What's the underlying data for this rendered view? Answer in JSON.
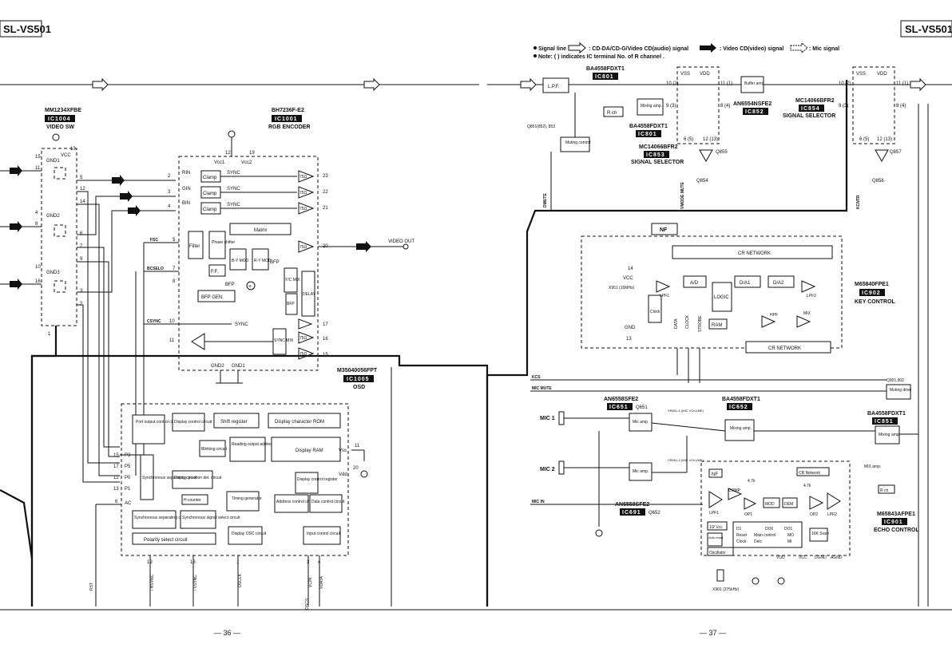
{
  "model_left": "SL-VS501",
  "model_right": "SL-VS501",
  "legend": {
    "signal_line": "Signal line",
    "audio_signal": ": CD-DA/CD-G/Video CD(audio) signal",
    "video_signal": ": Video CD(video) signal",
    "mic_signal": ": Mic signal",
    "note": "Note: (  ) indicates IC terminal No. of R channel ."
  },
  "page_left": "— 36 —",
  "page_right": "— 37 —",
  "ic1004": {
    "part": "MM1234XFBE",
    "badge": "IC1004",
    "caption": "VIDEO SW",
    "pins": [
      "15",
      "11",
      "14",
      "12",
      "4",
      "8",
      "5",
      "6",
      "7",
      "9",
      "10",
      "16",
      "2",
      "3",
      "1",
      "13"
    ],
    "labels": [
      "GND1",
      "GND2",
      "GND3",
      "VCC"
    ]
  },
  "ic1001": {
    "part": "BH7236F-E2",
    "badge": "IC1001",
    "caption": "RGB  ENCODER",
    "vcc": [
      "Vcc1",
      "Vcc2"
    ],
    "gnd": [
      "GND2",
      "GND1"
    ],
    "inputs": [
      "RIN",
      "GIN",
      "BIN"
    ],
    "sync": "SYNC",
    "blocks": [
      "Clamp",
      "Clamp",
      "Clamp",
      "Matrix",
      "Filter",
      "Phase shifter",
      "F.F.",
      "BFP GEN.",
      "BFP",
      "DELAY",
      "Y/C MIX",
      "SYNC MIX"
    ],
    "mods": [
      "B-Y MOD",
      "R-Y MOD"
    ],
    "sig": [
      "FSC",
      "BCSELO",
      "CSYNC",
      "BFP",
      "SYNC"
    ],
    "amp": "75Ω",
    "video_out": "VIDEO OUT"
  },
  "ic1005": {
    "part": "M35040056FPT",
    "badge": "IC1005",
    "caption": "OSD",
    "blocks": [
      "Port output control circuit",
      "Display control circuit",
      "Shift register",
      "Display character  ROM",
      "Blinking circuit",
      "Reading output address control circuit",
      "Display RAM",
      "Display position det. circuit",
      "Display control register",
      "Synchronous separating circuit",
      "H counter",
      "Timing generator",
      "Address control circuit",
      "Data control circuit",
      "Synchronous separating circuit",
      "Synchronous signal select circuit",
      "Display OSC circuit",
      "Input control circuit",
      "Polarity  select  circuit"
    ],
    "ports": [
      "P3",
      "P5",
      "P0",
      "P1",
      "AC"
    ],
    "power": [
      "Vss",
      "Vdd"
    ],
    "bottom": [
      "/ HSYNC",
      "/ VSYNC",
      "OSCLK",
      "VCIN",
      "VDATA",
      "OSCS",
      "RST"
    ]
  },
  "audio": {
    "ic801": {
      "part": "BA4558FDXT1",
      "badge": "IC801",
      "blocks": [
        "L.P.F.",
        "Mixing amp.",
        "R ch"
      ]
    },
    "ic853": {
      "part": "MC14066BFR2",
      "badge": "IC853",
      "caption": "SIGNAL SELECTOR"
    },
    "ic852": {
      "part": "AN6554NSFE2",
      "badge": "IC852",
      "blocks": [
        "Buffer amp."
      ]
    },
    "ic854": {
      "part": "MC14066BFR2",
      "badge": "IC854",
      "caption": "SIGNAL SELECTOR"
    },
    "q851": {
      "label": "Q851(852), 853",
      "block": "Muting control"
    },
    "switch_labels": [
      "VSS",
      "VDD"
    ],
    "transistors": [
      "Q854",
      "Q855",
      "Q856",
      "Q857"
    ],
    "ctrl": [
      "DMUTE",
      "VMODE MUTE",
      "KCNTR"
    ]
  },
  "ic902": {
    "part": "M65840FPE1",
    "badge": "IC902",
    "caption": "KEY CONTROL",
    "blocks": [
      "NF",
      "CR NETWORK",
      "A/D",
      "D/A1",
      "D/A2",
      "LOGIC",
      "RAM",
      "Clock",
      "HPF",
      "MIX",
      "LPF1",
      "LPF2",
      "CR NETWORK"
    ],
    "labels": [
      "VCC",
      "GND",
      "DATA",
      "CLOCK",
      "STROBE"
    ],
    "xtal": "X951 (16MHz)"
  },
  "mic": {
    "mic1": "MIC 1",
    "mic2": "MIC 2",
    "ic651": {
      "part": "AN6558SFE2",
      "badge": "IC651"
    },
    "ic691": {
      "part": "AN6558SFE2",
      "badge": "IC691"
    },
    "ic652": {
      "part": "BA4558FDXT1",
      "badge": "IC652",
      "block": "Mixing amp."
    },
    "ic851": {
      "part": "BA4558FDXT1",
      "badge": "IC851",
      "block": "Mixing amp."
    },
    "q901": {
      "label": "Q901,902",
      "block": "Muting drive"
    },
    "vr1": "VR651-1 (MIC VOLUME)",
    "vr2": "VR651-2 (MIC VOLUME)",
    "blocks": [
      "Mic amp.",
      "Mic amp."
    ],
    "signals": [
      "KCS",
      "MIC MUTE",
      "MIC IN",
      "MIX amp.",
      "R ch"
    ],
    "qs": [
      "Q651",
      "Q652"
    ]
  },
  "ic901": {
    "part": "M65843AFPE1",
    "badge": "IC901",
    "caption": "ECHO CONTROL",
    "blocks": [
      "NF",
      "COMP",
      "MOD",
      "DEM",
      "CR Network",
      "LPF1",
      "OP1",
      "OP2",
      "LPF2",
      "1/2 Vcc",
      "Auto reset",
      "Oscillator",
      "Reset",
      "Clock",
      "Delc",
      "Main control",
      "16K Sram"
    ],
    "labels": [
      "D1",
      "DO0",
      "DO1",
      "MO",
      "MI",
      "VDD",
      "VCC",
      "DGND",
      "AGND"
    ],
    "xtal": "X901 (375kHz)",
    "res": [
      "4.7k",
      "4.7k"
    ]
  }
}
